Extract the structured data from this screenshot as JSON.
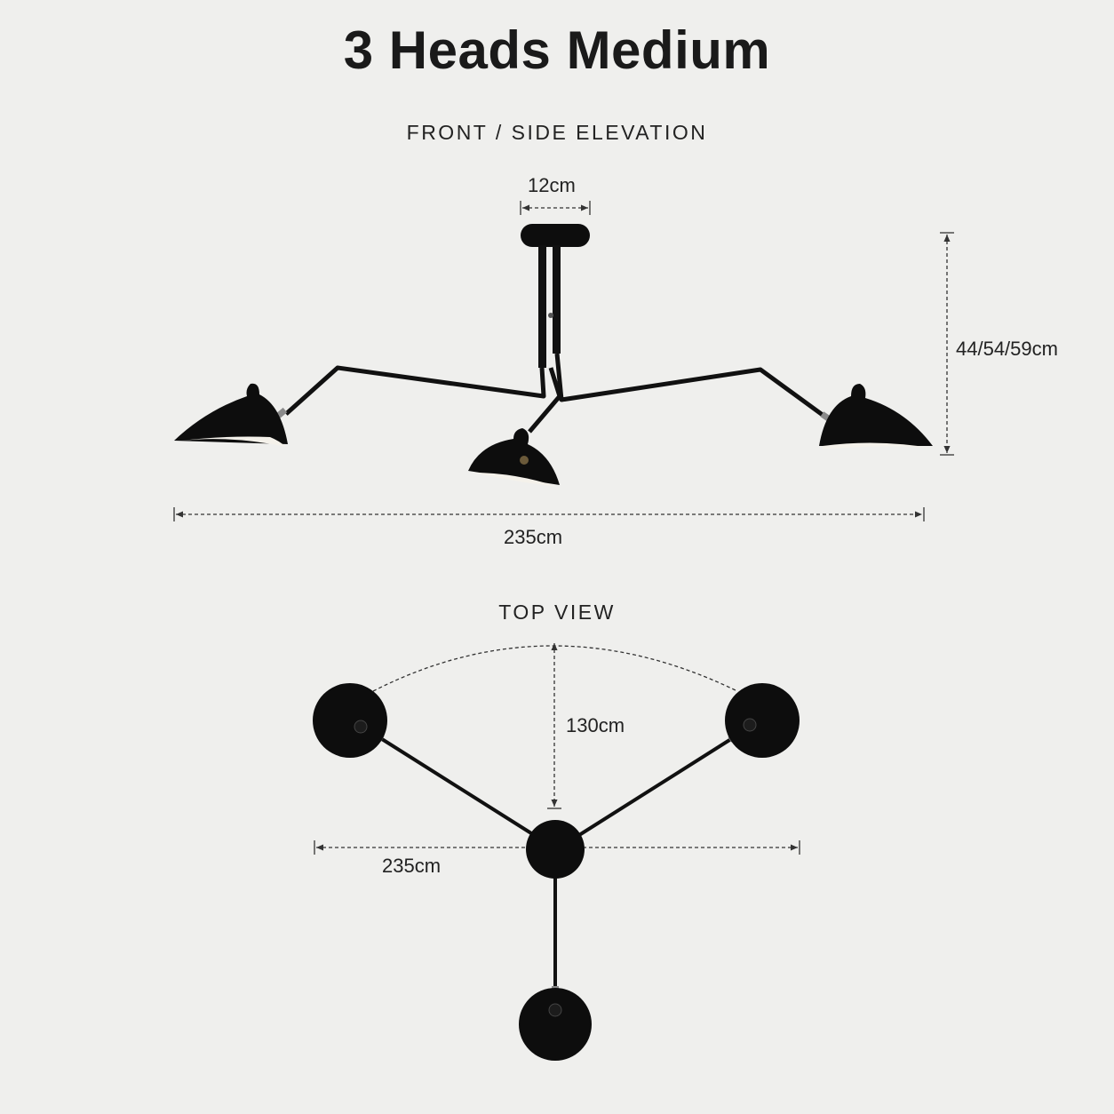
{
  "title": "3 Heads Medium",
  "front_view": {
    "label": "FRONT / SIDE ELEVATION",
    "canopy_width": "12cm",
    "height": "44/54/59cm",
    "span": "235cm"
  },
  "top_view": {
    "label": "TOP VIEW",
    "depth": "130cm",
    "span": "235cm"
  },
  "colors": {
    "background": "#efefed",
    "lamp": "#0d0d0d",
    "shade_inner": "#f4f1ea",
    "dimension_line": "#333333"
  }
}
